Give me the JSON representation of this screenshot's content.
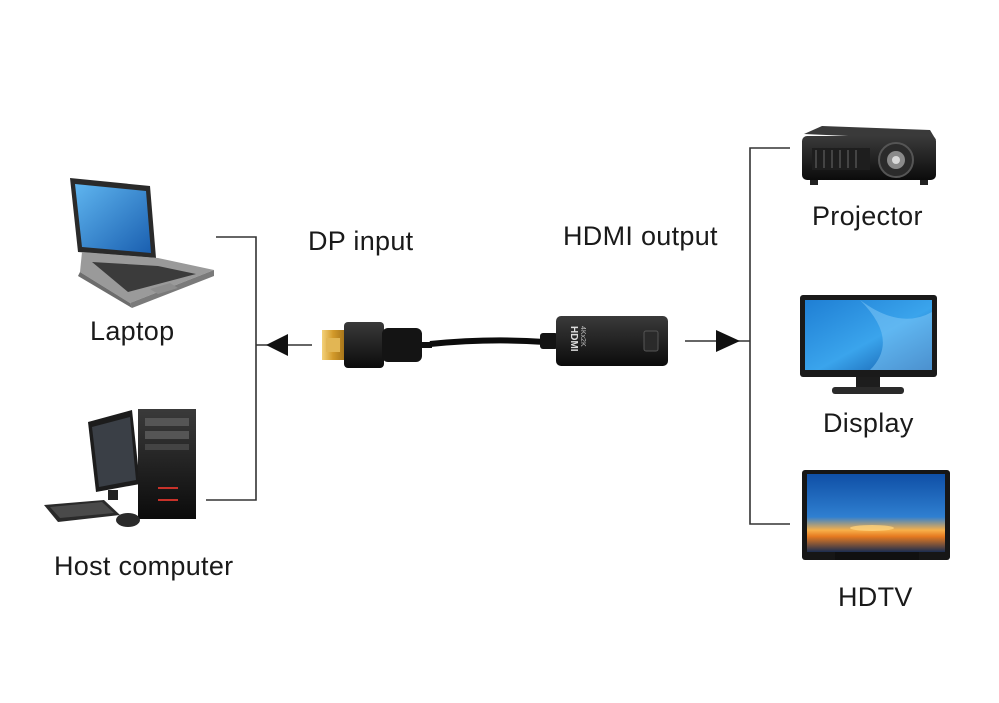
{
  "labels": {
    "laptop": "Laptop",
    "host_computer": "Host computer",
    "dp_input": "DP input",
    "hdmi_output": "HDMI output",
    "projector": "Projector",
    "display": "Display",
    "hdtv": "HDTV"
  },
  "adapter_printed_text": {
    "line1": "HDMI",
    "line2": "4Kx2K"
  },
  "colors": {
    "lines": "#333333",
    "adapter_body": "#111111",
    "connector_gold": "#d8a93a",
    "screen_blue": "#2b83d6",
    "tv_sunset": "#f29a3a"
  }
}
